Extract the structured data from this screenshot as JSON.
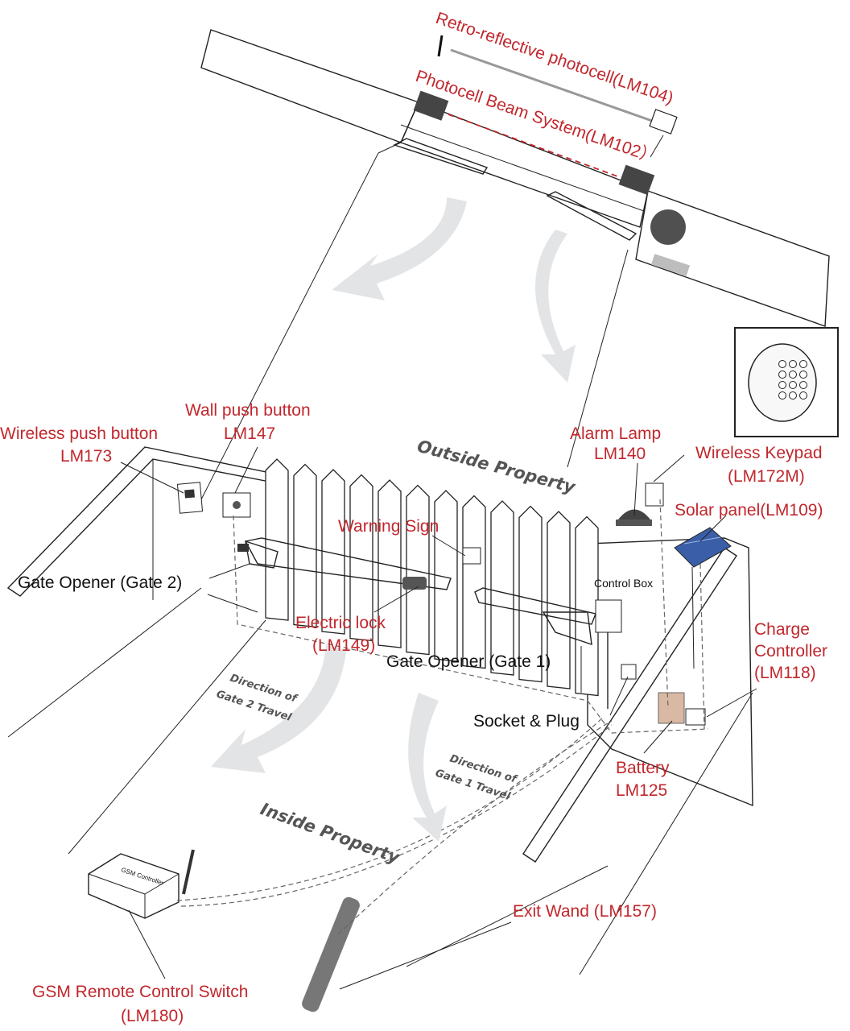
{
  "labels": {
    "retro_photocell": "Retro-reflective photocell(LM104)",
    "photocell_beam": "Photocell Beam System(LM102）",
    "wall_push_line1": "Wall push button",
    "wall_push_line2": "LM147",
    "wireless_push_line1": "Wireless push button",
    "wireless_push_line2": "LM173",
    "alarm_lamp_line1": "Alarm Lamp",
    "alarm_lamp_line2": "LM140",
    "wireless_keypad_line1": "Wireless Keypad",
    "wireless_keypad_line2": "(LM172M)",
    "solar_panel": "Solar panel(LM109)",
    "warning_sign": "Warning Sign",
    "control_box": "Control Box",
    "gate_opener_2": "Gate Opener (Gate 2)",
    "electric_lock_line1": "Electric lock",
    "electric_lock_line2": "(LM149)",
    "gate_opener_1": "Gate Opener (Gate 1)",
    "charge_controller_line1": "Charge",
    "charge_controller_line2": "Controller",
    "charge_controller_line3": "(LM118)",
    "socket_plug": "Socket & Plug",
    "battery_line1": "Battery",
    "battery_line2": "LM125",
    "exit_wand": "Exit Wand (LM157)",
    "gsm_line1": "GSM Remote Control Switch",
    "gsm_line2": "(LM180)",
    "outside_property": "Outside Property",
    "inside_property": "Inside Property",
    "dir_gate2_line1": "Direction of",
    "dir_gate2_line2": "Gate 2 Travel",
    "dir_gate1_line1": "Direction of",
    "dir_gate1_line2": "Gate 1 Travel",
    "gsm_device_text": "GSM Controller"
  },
  "colors": {
    "label_red": "#c1272d",
    "label_black": "#111111",
    "arrow_fill": "#e3e4e6"
  }
}
